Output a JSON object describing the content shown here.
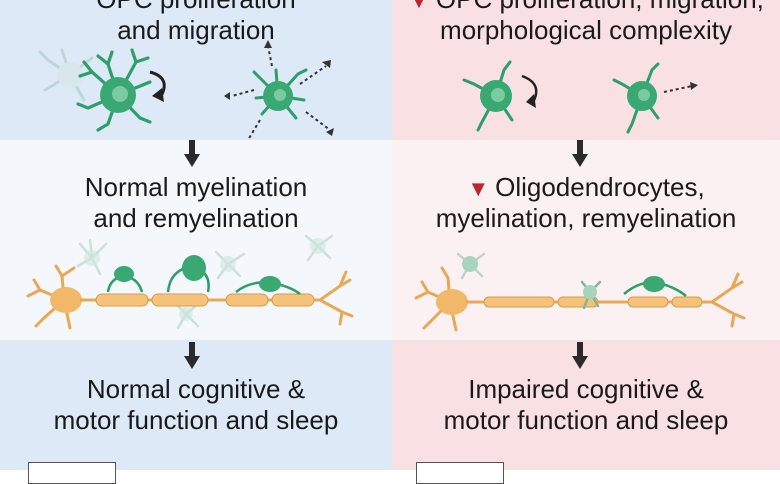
{
  "left": {
    "top_line1": "OPC proliferation",
    "top_line2": "and migration",
    "mid_line1": "Normal myelination",
    "mid_line2": "and remyelination",
    "bot_line1": "Normal cognitive &",
    "bot_line2": "motor function and sleep"
  },
  "right": {
    "top_line1": "OPC proliferation, migration,",
    "top_line2": "morphological complexity",
    "mid_line1": "Oligodendrocytes,",
    "mid_line2": "myelination, remyelination",
    "bot_line1": "Impaired cognitive &",
    "bot_line2": "motor function and sleep",
    "decrease_marker": "▼"
  },
  "colors": {
    "left_band": "#dde9f6",
    "right_band": "#f8e0e3",
    "opc_cell": "#2e9e6a",
    "neuron": "#f2b86a",
    "myelin": "#f4c27a",
    "decrease_red": "#c0252f"
  }
}
